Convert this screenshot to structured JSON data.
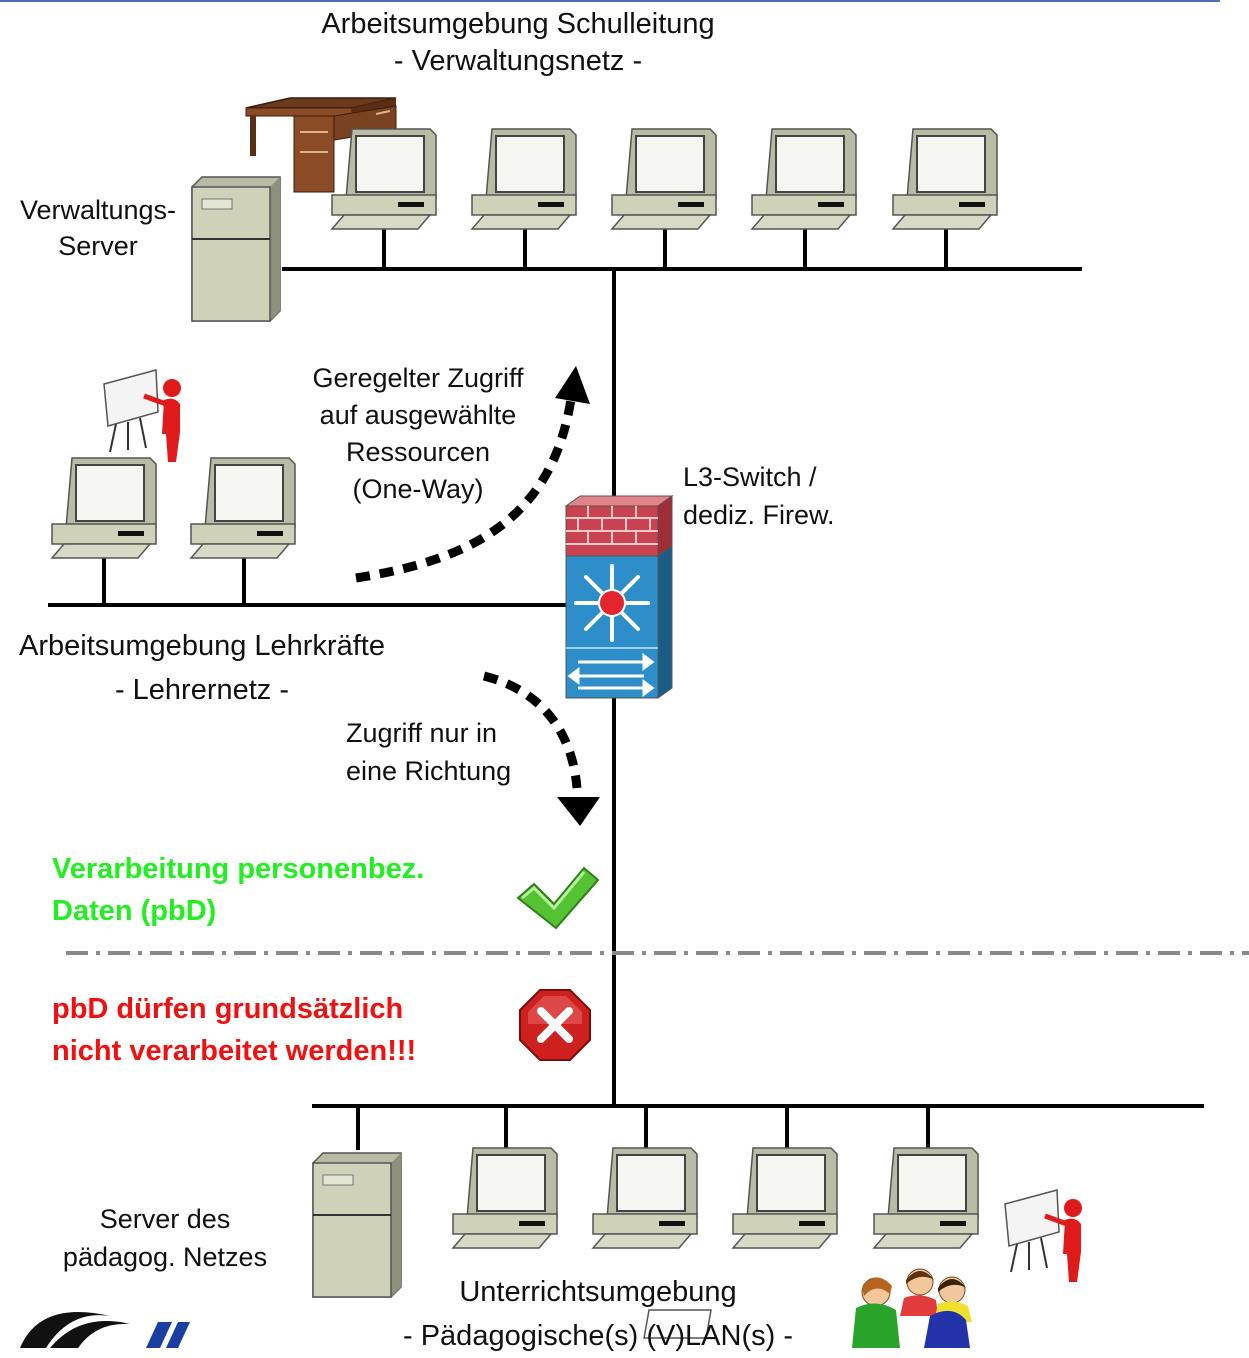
{
  "admin_net": {
    "title_line1": "Arbeitsumgebung Schulleitung",
    "title_line2": "- Verwaltungsnetz -",
    "server_line1": "Verwaltungs-",
    "server_line2": "Server"
  },
  "teacher_net": {
    "title_line1": "Arbeitsumgebung Lehrkräfte",
    "title_line2": "- Lehrernetz -"
  },
  "firewall": {
    "line1": "L3-Switch /",
    "line2": "dediz. Firew."
  },
  "access_up": {
    "line1": "Geregelter Zugriff",
    "line2": "auf ausgewählte",
    "line3": "Ressourcen",
    "line4": "(One-Way)"
  },
  "access_down": {
    "line1": "Zugriff nur in",
    "line2": "eine Richtung"
  },
  "allowed": {
    "line1": "Verarbeitung personenbez.",
    "line2": "Daten (pbD)",
    "color": "#22ee22"
  },
  "forbidden": {
    "line1": "pbD dürfen grundsätzlich",
    "line2": "nicht verarbeitet werden!!!",
    "color": "#ee1111"
  },
  "edu_net": {
    "server_line1": "Server des",
    "server_line2": "pädagog. Netzes",
    "title_line1": "Unterrichtsumgebung",
    "title_line2": "- Pädagogische(s) (V)LAN(s) -"
  }
}
